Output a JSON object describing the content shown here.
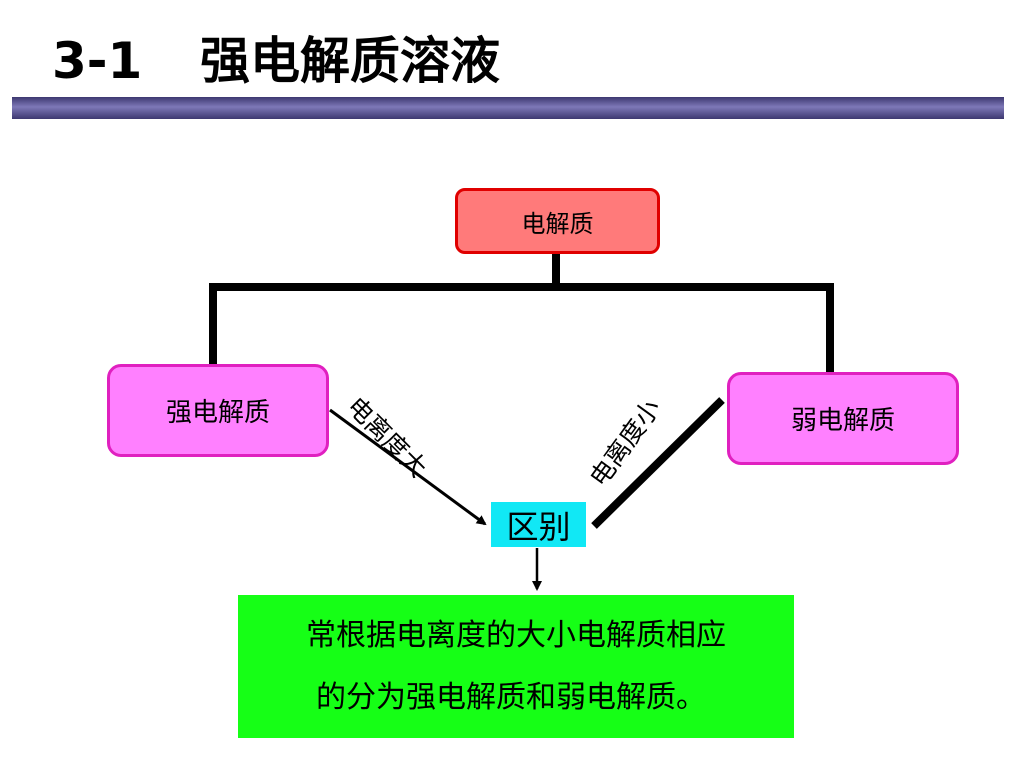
{
  "title": {
    "number": "3-1",
    "text": "强电解质溶液"
  },
  "diagram": {
    "root": "电解质",
    "strong": "强电解质",
    "weak": "弱电解质",
    "difference": "区别",
    "edge_large": "电离度大",
    "edge_small": "电离度小",
    "conclusion_line1": "常根据电离度的大小电解质相应",
    "conclusion_line2": "的分为强电解质和弱电解质。"
  },
  "colors": {
    "title_rule": "#3d3870",
    "root_fill": "#ff7a7a",
    "root_border": "#e00000",
    "child_fill": "#ff80ff",
    "child_border": "#e020c0",
    "difference_fill": "#11e8f5",
    "conclusion_fill": "#16ff16"
  }
}
